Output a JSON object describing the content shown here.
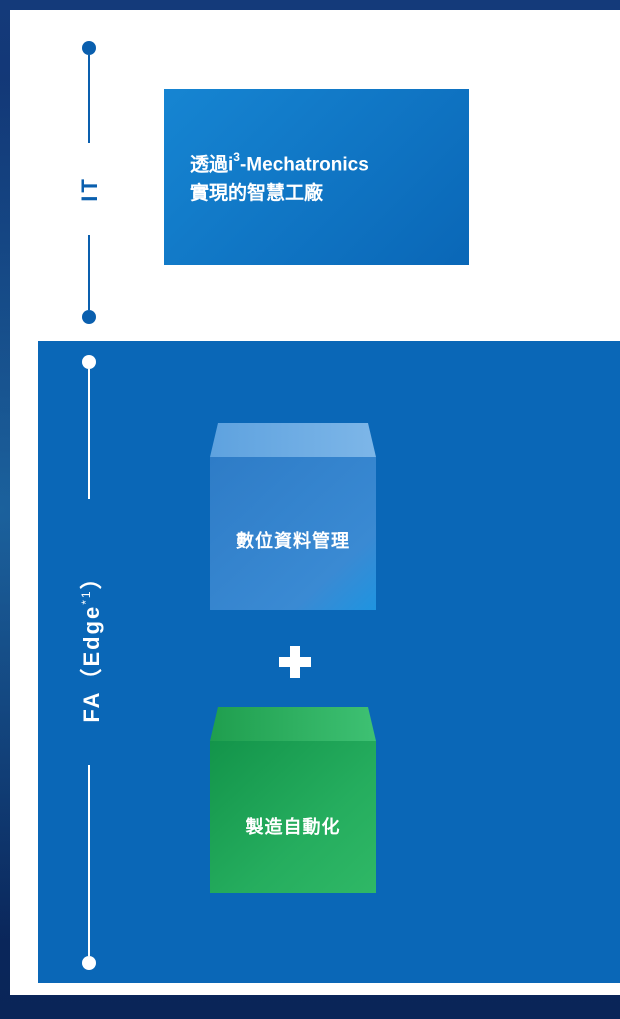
{
  "it": {
    "label": "IT",
    "box_line1_prefix": "透過i",
    "box_line1_sup": "3",
    "box_line1_suffix": "-Mechatronics",
    "box_line2": "實現的智慧工廠"
  },
  "fa": {
    "label_main": "FA（Edge",
    "label_sup": "*1",
    "label_end": "）"
  },
  "cubes": [
    {
      "label": "數位資料管理",
      "color": "#2f80cc"
    },
    {
      "label": "製造自動化",
      "color": "#1faa5a"
    }
  ],
  "plus_symbol": "+",
  "colors": {
    "blue_panel": "#0a67b7",
    "it_box": "#1685d2",
    "line_blue": "#0a5fae",
    "white": "#ffffff"
  }
}
